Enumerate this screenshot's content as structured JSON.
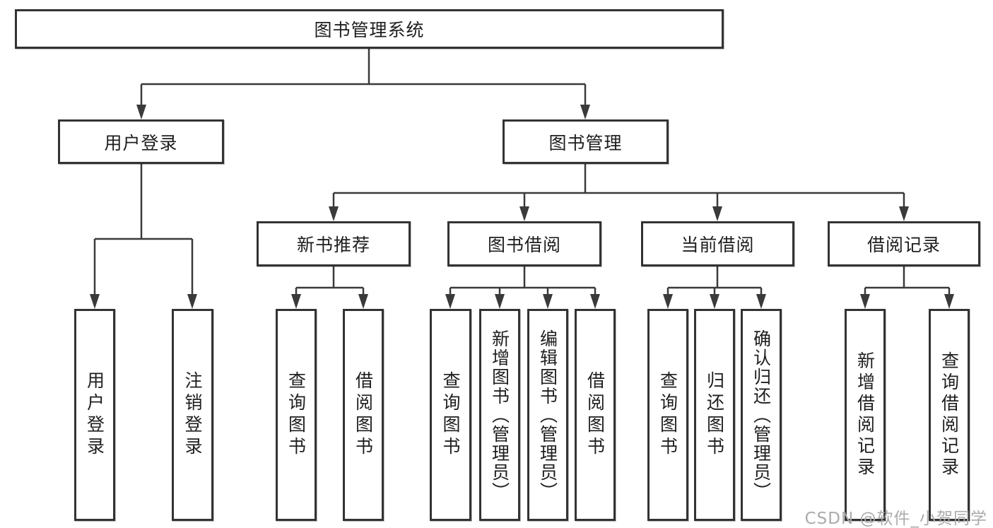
{
  "nodes": {
    "root": "图书管理系统",
    "level2": {
      "user_login": "用户登录",
      "book_mgmt": "图书管理"
    },
    "level3": {
      "new_book": "新书推荐",
      "book_borrow": "图书借阅",
      "current_borrow": "当前借阅",
      "borrow_record": "借阅记录"
    },
    "leaves": {
      "user": [
        "用户登录",
        "注销登录"
      ],
      "new_book": [
        "查询图书",
        "借阅图书"
      ],
      "book_borrow": [
        "查询图书",
        "新增图书（管理员）",
        "编辑图书（管理员）",
        "借阅图书"
      ],
      "current_borrow": [
        "查询图书",
        "归还图书",
        "确认归还（管理员）"
      ],
      "borrow_record": [
        "新增借阅记录",
        "查询借阅记录"
      ]
    }
  },
  "watermark": "CSDN @软件_小贺同学",
  "colors": {
    "line": "#3a3a3a",
    "border": "#333333",
    "text": "#1e1e1e",
    "watermark": "#ababab",
    "background": "#ffffff"
  }
}
